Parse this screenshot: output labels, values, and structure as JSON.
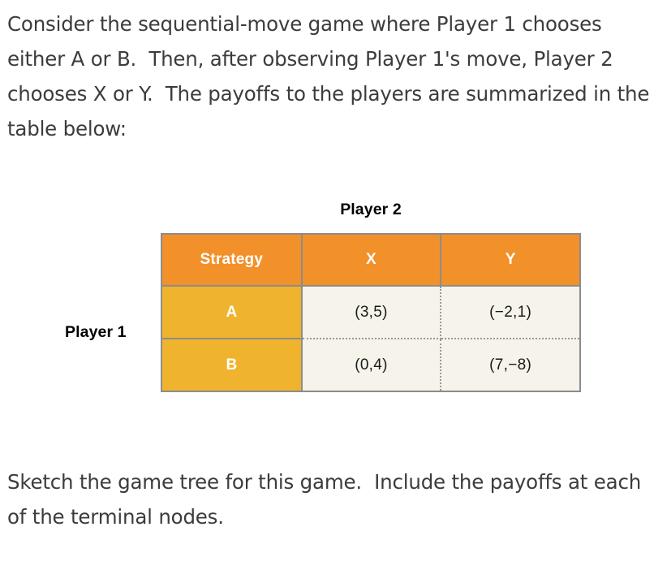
{
  "intro_text": "Consider the sequential-move game where Player 1 chooses either A or B.  Then, after observing Player 1's move, Player 2 chooses X or Y.  The payoffs to the players are summarized in the table below:",
  "closing_text": "Sketch the game tree for this game.  Include the payoffs at each of the terminal nodes.",
  "labels": {
    "player1": "Player 1",
    "player2": "Player 2"
  },
  "colors": {
    "header_orange": "#F2902A",
    "strategy_amber": "#F0B32E",
    "cell_cream": "#F5F3EA",
    "border_gray": "#8c8c8c",
    "text_dark": "#3c3c3c",
    "header_text": "#FFFFFF"
  },
  "payoff_table": {
    "columns": [
      "Strategy",
      "X",
      "Y"
    ],
    "rows": [
      {
        "strategy": "A",
        "cells": [
          "(3,5)",
          "(−2,1)"
        ]
      },
      {
        "strategy": "B",
        "cells": [
          "(0,4)",
          "(7,−8)"
        ]
      }
    ]
  }
}
